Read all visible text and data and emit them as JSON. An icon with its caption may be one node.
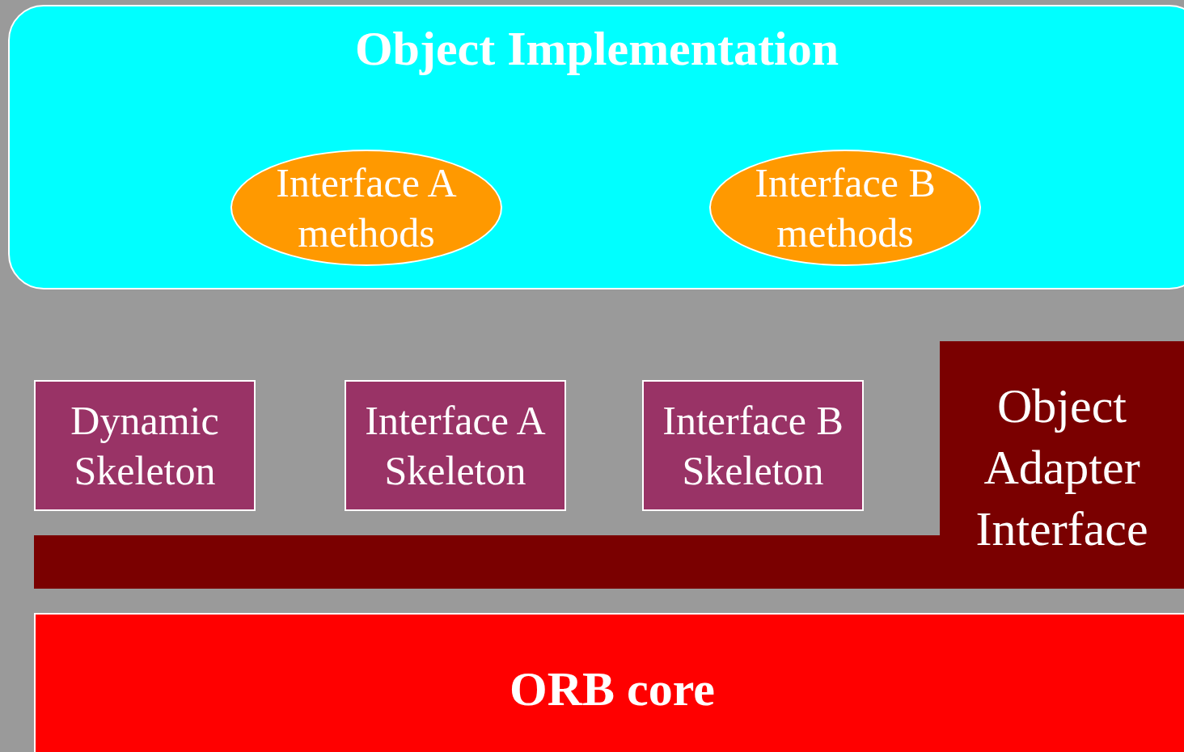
{
  "diagram": {
    "nodes": [
      {
        "text": [
          "Object Implementation"
        ]
      },
      {
        "text": [
          "Interface A methods"
        ],
        "in": 0
      },
      {
        "text": [
          "Interface B methods"
        ],
        "in": 0
      },
      {
        "text": [
          "Dynamic Skeleton"
        ]
      },
      {
        "text": [
          "Interface A Skeleton"
        ]
      },
      {
        "text": [
          "Interface B Skeleton"
        ]
      },
      {
        "text": [
          "Object Adapter Interface"
        ]
      },
      {
        "text": [
          "ORB core"
        ]
      }
    ],
    "edges": []
  }
}
